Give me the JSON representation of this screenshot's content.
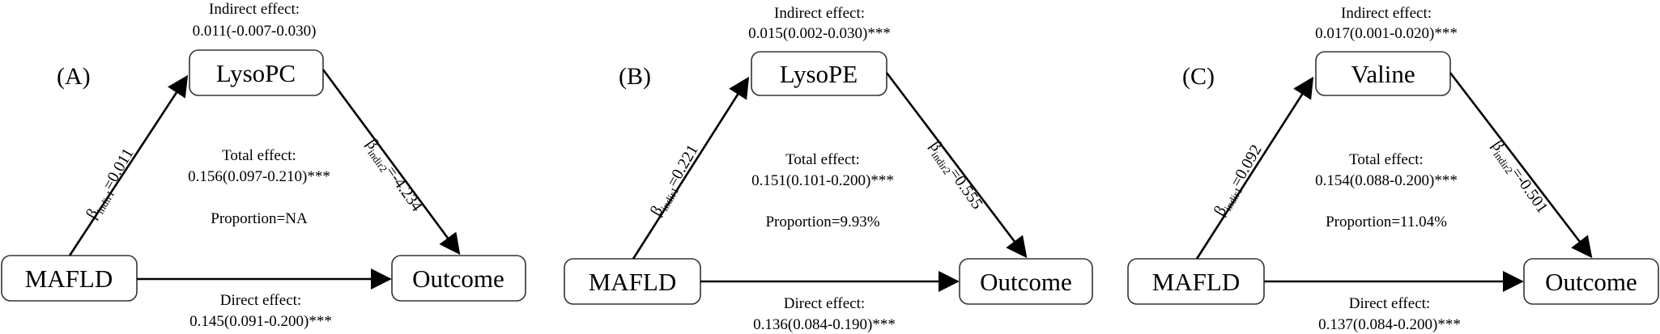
{
  "panels": [
    {
      "tag": "(A)",
      "mediator": "LysoPC",
      "exposure": "MAFLD",
      "outcome": "Outcome",
      "indirect_title": "Indirect effect:",
      "indirect_value": "0.011(-0.007-0.030)",
      "total_title": "Total effect:",
      "total_value": "0.156(0.097-0.210)***",
      "proportion": "Proportion=NA",
      "direct_title": "Direct effect:",
      "direct_value": "0.145(0.091-0.200)***",
      "beta1_sym": "β",
      "beta1_sub": "indir1",
      "beta1_val": "=0.011",
      "beta2_sym": "β",
      "beta2_sub": "indir2",
      "beta2_val": "=-4.234"
    },
    {
      "tag": "(B)",
      "mediator": "LysoPE",
      "exposure": "MAFLD",
      "outcome": "Outcome",
      "indirect_title": "Indirect effect:",
      "indirect_value": "0.015(0.002-0.030)***",
      "total_title": "Total effect:",
      "total_value": "0.151(0.101-0.200)***",
      "proportion": "Proportion=9.93%",
      "direct_title": "Direct effect:",
      "direct_value": "0.136(0.084-0.190)***",
      "beta1_sym": "β",
      "beta1_sub": "indir1",
      "beta1_val": "=0.221",
      "beta2_sym": "β",
      "beta2_sub": "indir2",
      "beta2_val": "=0.555"
    },
    {
      "tag": "(C)",
      "mediator": "Valine",
      "exposure": "MAFLD",
      "outcome": "Outcome",
      "indirect_title": "Indirect effect:",
      "indirect_value": "0.017(0.001-0.020)***",
      "total_title": "Total effect:",
      "total_value": "0.154(0.088-0.200)***",
      "proportion": "Proportion=11.04%",
      "direct_title": "Direct effect:",
      "direct_value": "0.137(0.084-0.200)***",
      "beta1_sym": "β",
      "beta1_sub": "indir1",
      "beta1_val": "=0.092",
      "beta2_sym": "β",
      "beta2_sub": "indir2",
      "beta2_val": "=-0.501"
    }
  ]
}
